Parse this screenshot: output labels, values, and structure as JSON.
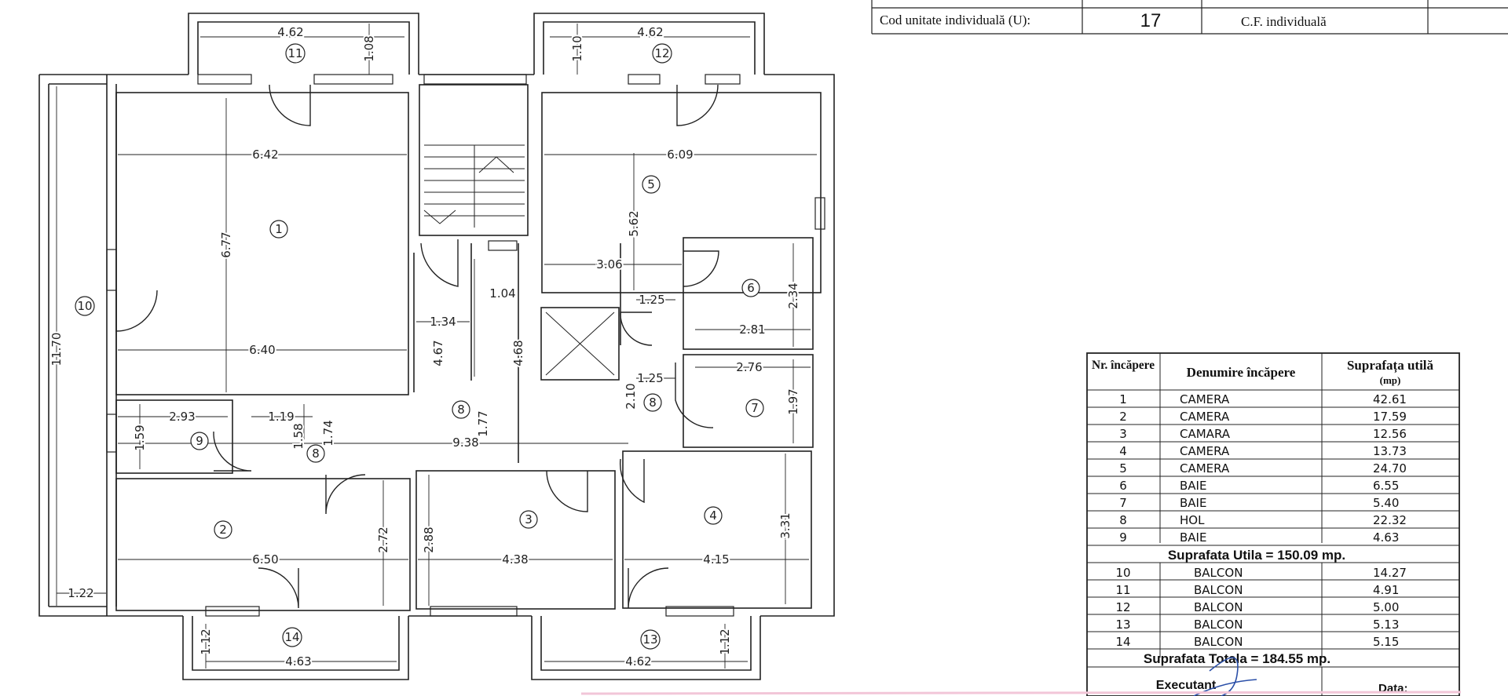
{
  "header_table": {
    "label": "Cod unitate individuală (U):",
    "value": "17",
    "cf_label": "C.F.  individuală"
  },
  "plan": {
    "room_markers": [
      "1",
      "2",
      "3",
      "4",
      "5",
      "6",
      "7",
      "8",
      "8",
      "8",
      "9",
      "10",
      "11",
      "12",
      "13",
      "14"
    ],
    "dimensions": {
      "d_462_11": "4.62",
      "d_108": "1.08",
      "d_110": "1.10",
      "d_462_12": "4.62",
      "d_642": "6.42",
      "d_609": "6.09",
      "d_677": "6.77",
      "d_562": "5.62",
      "d_306": "3.06",
      "d_234": "2.34",
      "d_125a": "1.25",
      "d_104": "1.04",
      "d_134": "1.34",
      "d_467": "4.67",
      "d_468": "4.68",
      "d_281": "2.81",
      "d_1170": "11.70",
      "d_640": "6.40",
      "d_276": "2.76",
      "d_125b": "1.25",
      "d_210": "2.10",
      "d_197": "1.97",
      "d_293": "2.93",
      "d_119": "1.19",
      "d_159": "1.59",
      "d_158": "1.58",
      "d_174": "1.74",
      "d_177": "1.77",
      "d_938": "9.38",
      "d_272": "2.72",
      "d_288": "2.88",
      "d_331": "3.31",
      "d_650": "6.50",
      "d_438": "4.38",
      "d_415": "4.15",
      "d_122": "1.22",
      "d_112a": "1.12",
      "d_463": "4.63",
      "d_462_13": "4.62",
      "d_112b": "1.12"
    }
  },
  "room_table": {
    "headers": {
      "nr": "Nr. încăpere",
      "name": "Denumire încăpere",
      "area": "Suprafața utilă",
      "unit": "(mp)"
    },
    "rooms": [
      {
        "nr": "1",
        "name": "CAMERA",
        "area": "42.61"
      },
      {
        "nr": "2",
        "name": "CAMERA",
        "area": "17.59"
      },
      {
        "nr": "3",
        "name": "CAMARA",
        "area": "12.56"
      },
      {
        "nr": "4",
        "name": "CAMERA",
        "area": "13.73"
      },
      {
        "nr": "5",
        "name": "CAMERA",
        "area": "24.70"
      },
      {
        "nr": "6",
        "name": "BAIE",
        "area": "6.55"
      },
      {
        "nr": "7",
        "name": "BAIE",
        "area": "5.40"
      },
      {
        "nr": "8",
        "name": "HOL",
        "area": "22.32"
      },
      {
        "nr": "9",
        "name": "BAIE",
        "area": "4.63"
      }
    ],
    "subtotal": "Suprafata Utila = 150.09 mp.",
    "balconies": [
      {
        "nr": "10",
        "name": "BALCON",
        "area": "14.27"
      },
      {
        "nr": "11",
        "name": "BALCON",
        "area": "4.91"
      },
      {
        "nr": "12",
        "name": "BALCON",
        "area": "5.00"
      },
      {
        "nr": "13",
        "name": "BALCON",
        "area": "5.13"
      },
      {
        "nr": "14",
        "name": "BALCON",
        "area": "5.15"
      }
    ],
    "total": "Suprafata Totala = 184.55 mp.",
    "footer_left": "Executant",
    "footer_right": "Data:"
  }
}
